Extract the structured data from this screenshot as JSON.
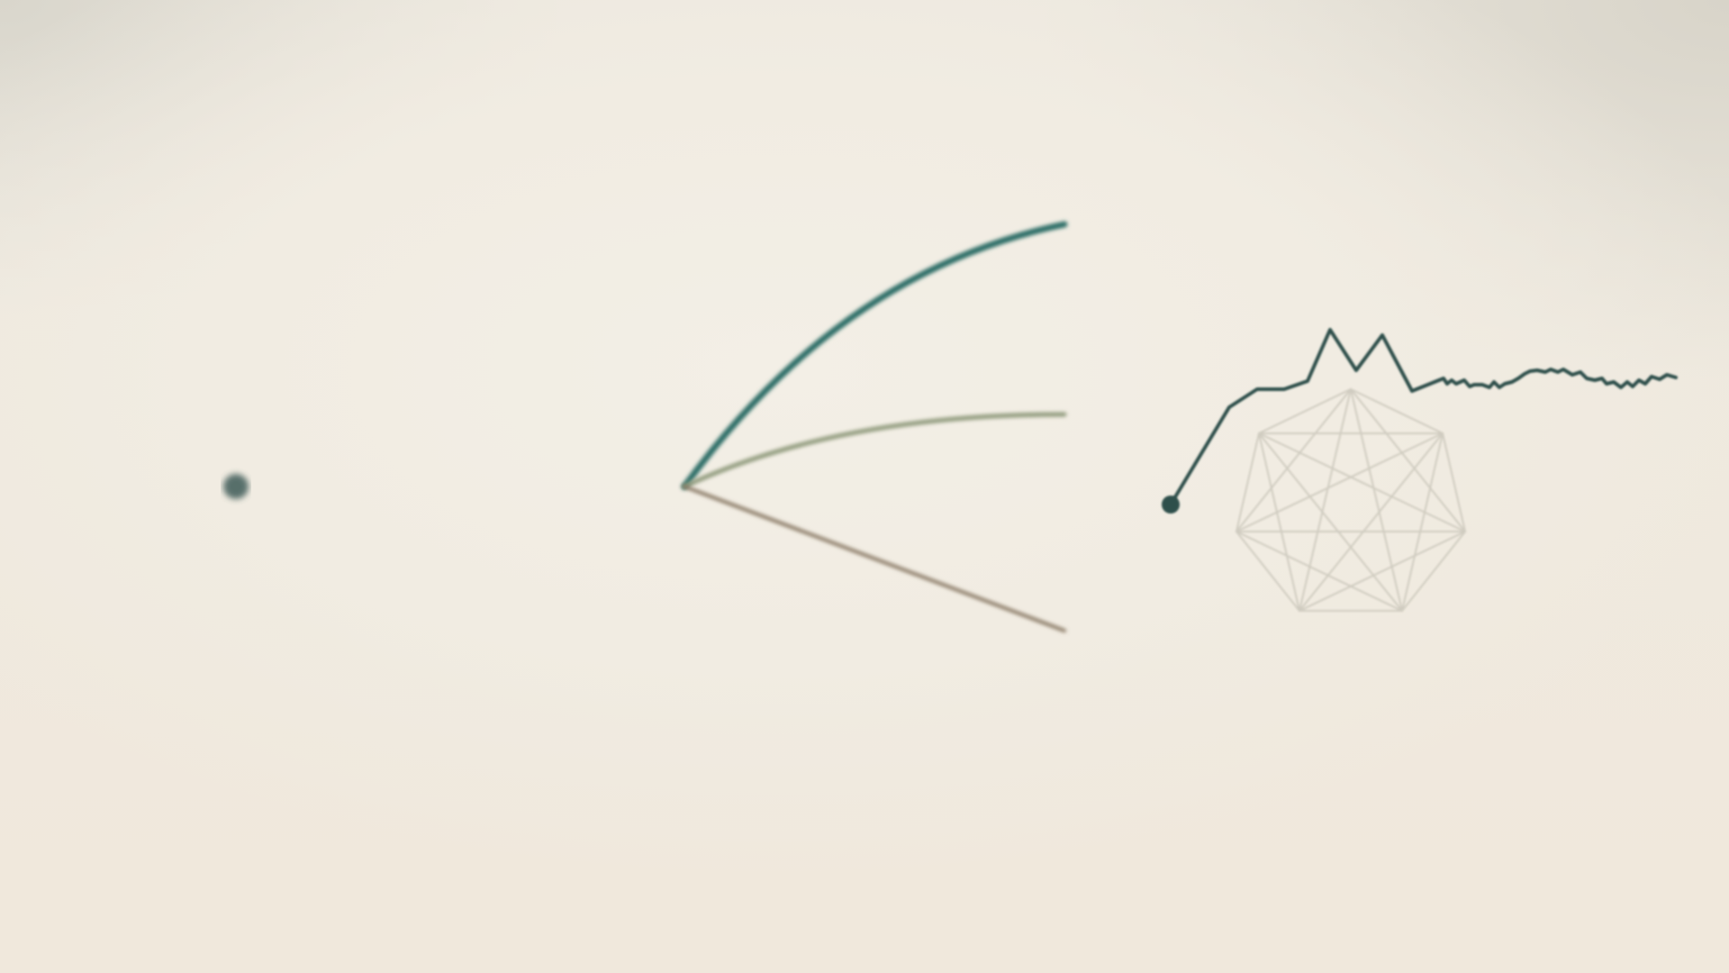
{
  "scene": {
    "colors": {
      "background": "#efeadf",
      "stem": "#7a7f78",
      "branch_upper": "#2f6e68",
      "branch_middle": "#8f9a7c",
      "branch_lower": "#8a7a66",
      "sparkline": "#2e4f4b",
      "node": "#3e5a56",
      "heptagram": "#cfcbbf"
    },
    "elements": {
      "left_node": "node",
      "branch_point": "split",
      "branches": [
        "upper",
        "middle",
        "lower"
      ],
      "right_polyline": "sparkline",
      "watermark": "heptagram"
    }
  }
}
